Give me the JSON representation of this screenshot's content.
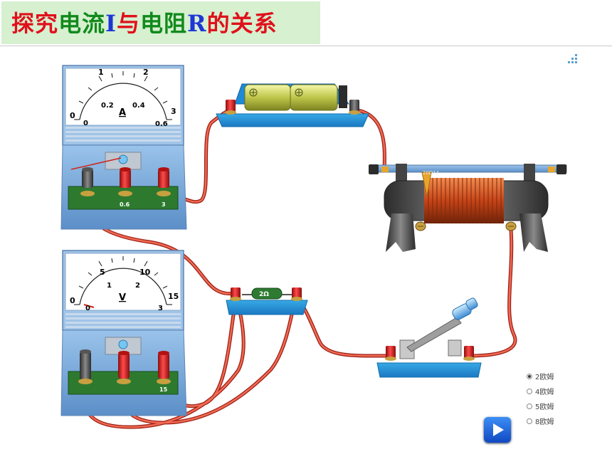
{
  "title": {
    "part1": "探究",
    "part2": "电流",
    "part3": "I",
    "part4": "与",
    "part5": "电阻",
    "part6": "R",
    "part7": "的关系"
  },
  "ammeter": {
    "scale_outer": [
      "0",
      "1",
      "2",
      "3"
    ],
    "scale_inner": [
      "0",
      "0.2",
      "0.4",
      "0.6"
    ],
    "unit": "A",
    "terminals": [
      "0.6",
      "3"
    ]
  },
  "voltmeter": {
    "scale_outer": [
      "0",
      "5",
      "10",
      "15"
    ],
    "scale_inner": [
      "0",
      "1",
      "2",
      "3"
    ],
    "unit": "V",
    "terminals": [
      "15"
    ]
  },
  "resistor": {
    "label": "2Ω"
  },
  "rheostat": {
    "label": "20Ω1A"
  },
  "resistance_options": {
    "selected": 0,
    "items": [
      "2欧姆",
      "4欧姆",
      "5欧姆",
      "8欧姆"
    ]
  },
  "icons": {
    "play": "play-icon",
    "menu": "dots-icon"
  },
  "colors": {
    "wire": "#e33a2a",
    "title_red": "#e0111b",
    "title_green": "#118a1c",
    "title_blue": "#1f36d6"
  }
}
